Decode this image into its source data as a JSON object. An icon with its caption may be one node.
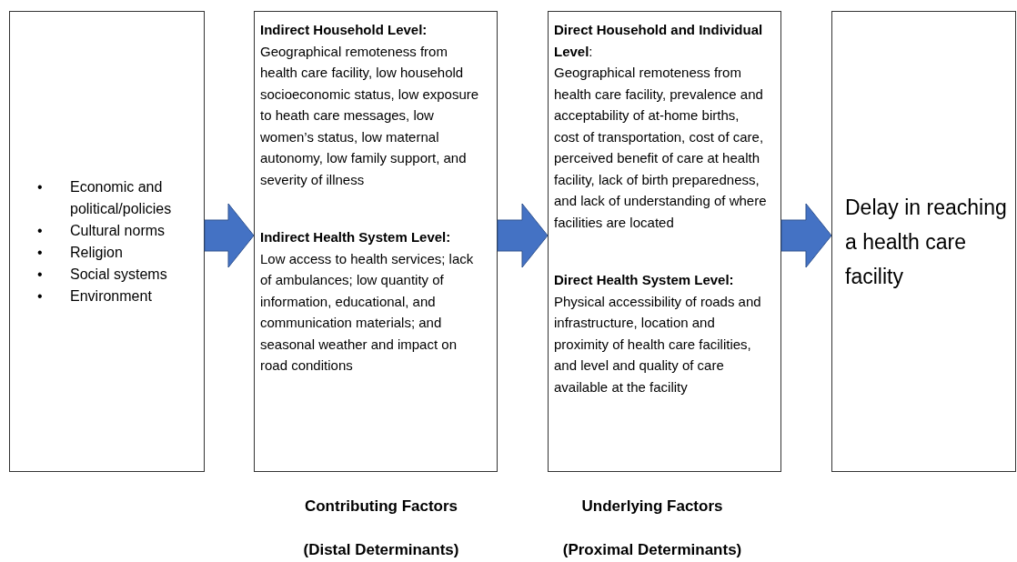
{
  "diagram": {
    "nodes": [
      {
        "text": [
          "•",
          "Economic and political/policies",
          "•",
          "Cultural norms",
          "•",
          "Religion",
          "•",
          "Social systems",
          "•",
          "Environment"
        ]
      },
      {
        "text": [
          "Indirect Household Level:",
          "Geographical remoteness from health care facility, low household socioeconomic status, low exposure to heath care messages, low women’s status, low maternal autonomy, low family support, and severity of illness",
          "Indirect Health System Level:",
          "Low access to health services; lack of ambulances; low quantity of information, educational, and communication materials; and seasonal weather and impact on road conditions"
        ]
      },
      {
        "text": [
          "**Direct Household and Individual Level**:",
          "Geographical remoteness from health care facility, prevalence and acceptability of at-home births, cost of transportation, cost of care, perceived benefit of care at health facility, lack of birth preparedness, and lack of understanding of where facilities are located",
          "Direct Health System Level:",
          "Physical accessibility of roads and infrastructure, location and proximity of health care facilities, and level and quality of care available at the facility"
        ]
      },
      {
        "text": [
          "Delay in reaching a health care facility"
        ]
      }
    ],
    "edges": [
      {
        "from": 0,
        "to": 1,
        "arrow": "to"
      },
      {
        "from": 1,
        "to": 2,
        "arrow": "to"
      },
      {
        "from": 2,
        "to": 3,
        "arrow": "to"
      }
    ],
    "labels": [
      "Contributing Factors",
      "Underlying Factors",
      "(Distal Determinants)",
      "(Proximal Determinants)"
    ]
  }
}
